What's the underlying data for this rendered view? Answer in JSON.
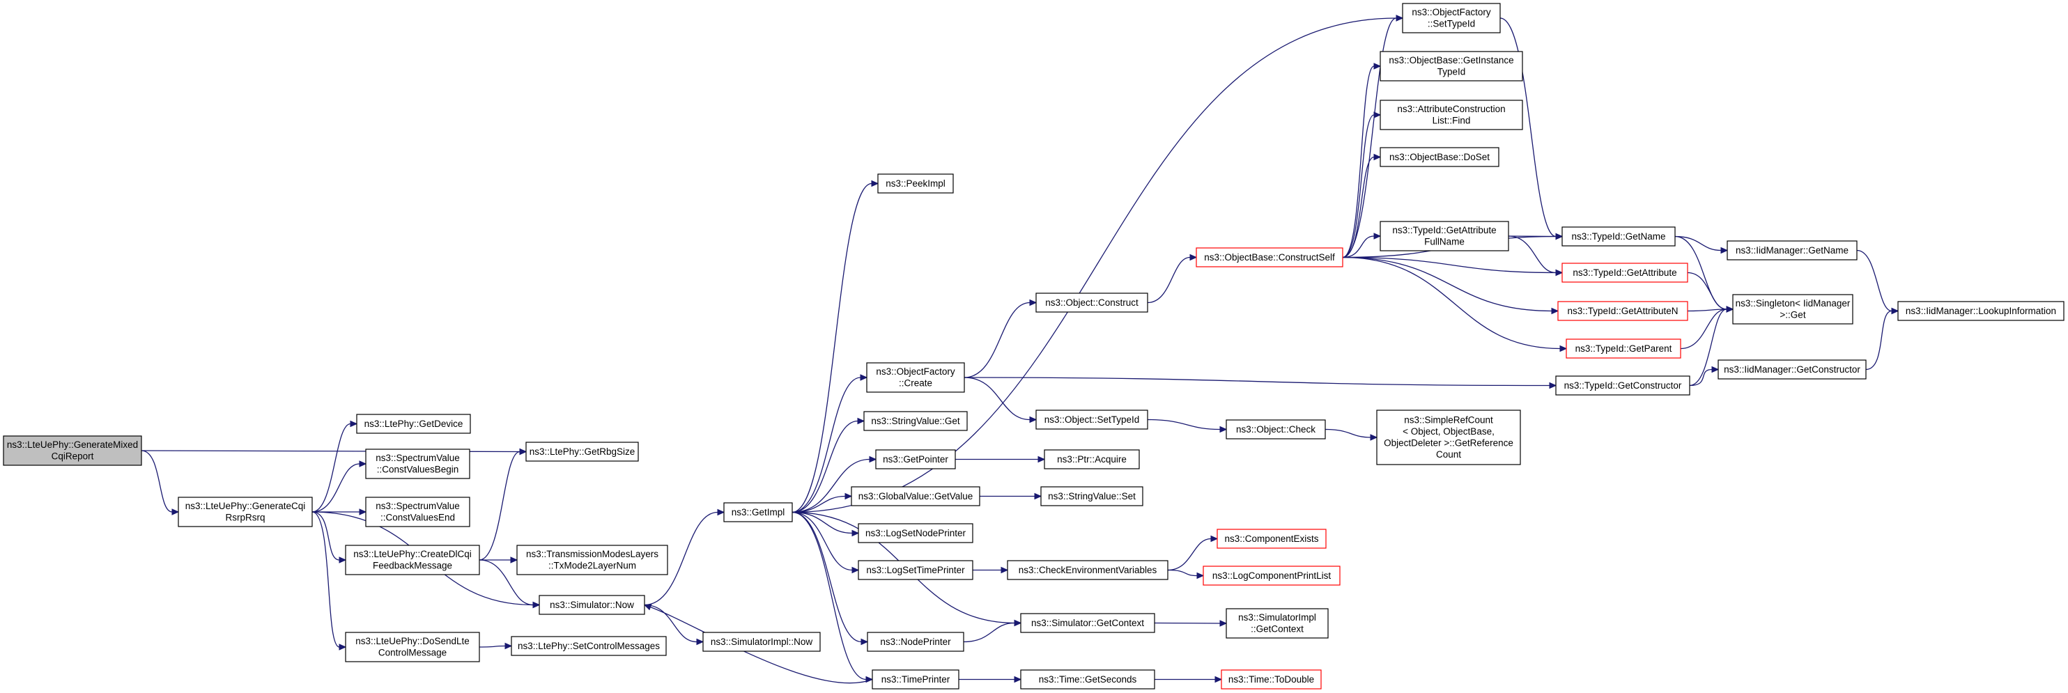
{
  "graph": {
    "nodes": [
      {
        "id": "generate_mixed",
        "lines": [
          "ns3::LteUePhy::GenerateMixed",
          "CqiReport"
        ],
        "style": "root"
      },
      {
        "id": "gen_cqi",
        "lines": [
          "ns3::LteUePhy::GenerateCqi",
          "RsrpRsrq"
        ],
        "style": "normal"
      },
      {
        "id": "get_device",
        "lines": [
          "ns3::LtePhy::GetDevice"
        ],
        "style": "normal"
      },
      {
        "id": "const_begin",
        "lines": [
          "ns3::SpectrumValue",
          "::ConstValuesBegin"
        ],
        "style": "normal"
      },
      {
        "id": "const_end",
        "lines": [
          "ns3::SpectrumValue",
          "::ConstValuesEnd"
        ],
        "style": "normal"
      },
      {
        "id": "create_dl",
        "lines": [
          "ns3::LteUePhy::CreateDlCqi",
          "FeedbackMessage"
        ],
        "style": "normal"
      },
      {
        "id": "do_send",
        "lines": [
          "ns3::LteUePhy::DoSendLte",
          "ControlMessage"
        ],
        "style": "normal"
      },
      {
        "id": "get_rbg",
        "lines": [
          "ns3::LtePhy::GetRbgSize"
        ],
        "style": "normal"
      },
      {
        "id": "tx_mode",
        "lines": [
          "ns3::TransmissionModesLayers",
          "::TxMode2LayerNum"
        ],
        "style": "normal"
      },
      {
        "id": "sim_now",
        "lines": [
          "ns3::Simulator::Now"
        ],
        "style": "normal"
      },
      {
        "id": "set_ctrl",
        "lines": [
          "ns3::LtePhy::SetControlMessages"
        ],
        "style": "normal"
      },
      {
        "id": "get_impl",
        "lines": [
          "ns3::GetImpl"
        ],
        "style": "normal"
      },
      {
        "id": "simimpl_now",
        "lines": [
          "ns3::SimulatorImpl::Now"
        ],
        "style": "normal"
      },
      {
        "id": "peek_impl",
        "lines": [
          "ns3::PeekImpl"
        ],
        "style": "normal"
      },
      {
        "id": "of_create",
        "lines": [
          "ns3::ObjectFactory",
          "::Create"
        ],
        "style": "normal"
      },
      {
        "id": "sv_get",
        "lines": [
          "ns3::StringValue::Get"
        ],
        "style": "normal"
      },
      {
        "id": "get_pointer",
        "lines": [
          "ns3::GetPointer"
        ],
        "style": "normal"
      },
      {
        "id": "gv_getvalue",
        "lines": [
          "ns3::GlobalValue::GetValue"
        ],
        "style": "normal"
      },
      {
        "id": "log_node",
        "lines": [
          "ns3::LogSetNodePrinter"
        ],
        "style": "normal"
      },
      {
        "id": "log_time",
        "lines": [
          "ns3::LogSetTimePrinter"
        ],
        "style": "normal"
      },
      {
        "id": "node_printer",
        "lines": [
          "ns3::NodePrinter"
        ],
        "style": "normal"
      },
      {
        "id": "time_printer",
        "lines": [
          "ns3::TimePrinter"
        ],
        "style": "normal"
      },
      {
        "id": "obj_construct",
        "lines": [
          "ns3::Object::Construct"
        ],
        "style": "normal"
      },
      {
        "id": "obj_settypeid",
        "lines": [
          "ns3::Object::SetTypeId"
        ],
        "style": "normal"
      },
      {
        "id": "ptr_acquire",
        "lines": [
          "ns3::Ptr::Acquire"
        ],
        "style": "normal"
      },
      {
        "id": "sv_set",
        "lines": [
          "ns3::StringValue::Set"
        ],
        "style": "normal"
      },
      {
        "id": "check_env",
        "lines": [
          "ns3::CheckEnvironmentVariables"
        ],
        "style": "normal"
      },
      {
        "id": "sim_getctx",
        "lines": [
          "ns3::Simulator::GetContext"
        ],
        "style": "normal"
      },
      {
        "id": "time_getsec",
        "lines": [
          "ns3::Time::GetSeconds"
        ],
        "style": "normal"
      },
      {
        "id": "of_settypeid",
        "lines": [
          "ns3::ObjectFactory",
          "::SetTypeId"
        ],
        "style": "normal"
      },
      {
        "id": "ob_getinst",
        "lines": [
          "ns3::ObjectBase::GetInstance",
          "TypeId"
        ],
        "style": "normal"
      },
      {
        "id": "acl_find",
        "lines": [
          "ns3::AttributeConstruction",
          "List::Find"
        ],
        "style": "normal"
      },
      {
        "id": "ob_doset",
        "lines": [
          "ns3::ObjectBase::DoSet"
        ],
        "style": "normal"
      },
      {
        "id": "ob_constructself",
        "lines": [
          "ns3::ObjectBase::ConstructSelf"
        ],
        "style": "red"
      },
      {
        "id": "tid_getattrfull",
        "lines": [
          "ns3::TypeId::GetAttribute",
          "FullName"
        ],
        "style": "normal"
      },
      {
        "id": "obj_check",
        "lines": [
          "ns3::Object::Check"
        ],
        "style": "normal"
      },
      {
        "id": "simplerefcount",
        "lines": [
          "ns3::SimpleRefCount",
          "< Object, ObjectBase,",
          "ObjectDeleter >::GetReference",
          "Count"
        ],
        "style": "normal"
      },
      {
        "id": "comp_exists",
        "lines": [
          "ns3::ComponentExists"
        ],
        "style": "red"
      },
      {
        "id": "log_comp_print",
        "lines": [
          "ns3::LogComponentPrintList"
        ],
        "style": "red"
      },
      {
        "id": "simimpl_getctx",
        "lines": [
          "ns3::SimulatorImpl",
          "::GetContext"
        ],
        "style": "normal"
      },
      {
        "id": "time_todouble",
        "lines": [
          "ns3::Time::ToDouble"
        ],
        "style": "red"
      },
      {
        "id": "tid_getname",
        "lines": [
          "ns3::TypeId::GetName"
        ],
        "style": "normal"
      },
      {
        "id": "tid_getattr",
        "lines": [
          "ns3::TypeId::GetAttribute"
        ],
        "style": "red"
      },
      {
        "id": "tid_getattrn",
        "lines": [
          "ns3::TypeId::GetAttributeN"
        ],
        "style": "red"
      },
      {
        "id": "tid_getparent",
        "lines": [
          "ns3::TypeId::GetParent"
        ],
        "style": "red"
      },
      {
        "id": "tid_getctor",
        "lines": [
          "ns3::TypeId::GetConstructor"
        ],
        "style": "normal"
      },
      {
        "id": "iid_getname",
        "lines": [
          "ns3::IidManager::GetName"
        ],
        "style": "normal"
      },
      {
        "id": "singleton_get",
        "lines": [
          "ns3::Singleton< IidManager",
          ">::Get"
        ],
        "style": "normal"
      },
      {
        "id": "iid_getctor",
        "lines": [
          "ns3::IidManager::GetConstructor"
        ],
        "style": "normal"
      },
      {
        "id": "iid_lookup",
        "lines": [
          "ns3::IidManager::LookupInformation"
        ],
        "style": "normal"
      }
    ],
    "edges": [
      [
        "generate_mixed",
        "gen_cqi"
      ],
      [
        "generate_mixed",
        "get_rbg"
      ],
      [
        "gen_cqi",
        "get_device"
      ],
      [
        "gen_cqi",
        "const_begin"
      ],
      [
        "gen_cqi",
        "const_end"
      ],
      [
        "gen_cqi",
        "create_dl"
      ],
      [
        "gen_cqi",
        "do_send"
      ],
      [
        "gen_cqi",
        "sim_now"
      ],
      [
        "create_dl",
        "get_rbg"
      ],
      [
        "create_dl",
        "tx_mode"
      ],
      [
        "create_dl",
        "sim_now"
      ],
      [
        "do_send",
        "set_ctrl"
      ],
      [
        "sim_now",
        "get_impl"
      ],
      [
        "sim_now",
        "simimpl_now"
      ],
      [
        "get_impl",
        "peek_impl"
      ],
      [
        "get_impl",
        "of_create"
      ],
      [
        "get_impl",
        "sv_get"
      ],
      [
        "get_impl",
        "get_pointer"
      ],
      [
        "get_impl",
        "gv_getvalue"
      ],
      [
        "get_impl",
        "log_node"
      ],
      [
        "get_impl",
        "log_time"
      ],
      [
        "get_impl",
        "node_printer"
      ],
      [
        "get_impl",
        "time_printer"
      ],
      [
        "get_impl",
        "sim_getctx"
      ],
      [
        "get_impl",
        "of_settypeid"
      ],
      [
        "time_printer",
        "sim_now"
      ],
      [
        "of_create",
        "obj_construct"
      ],
      [
        "of_create",
        "obj_settypeid"
      ],
      [
        "of_create",
        "tid_getctor"
      ],
      [
        "get_pointer",
        "ptr_acquire"
      ],
      [
        "gv_getvalue",
        "sv_set"
      ],
      [
        "log_time",
        "check_env"
      ],
      [
        "node_printer",
        "sim_getctx"
      ],
      [
        "time_printer",
        "time_getsec"
      ],
      [
        "obj_construct",
        "ob_constructself"
      ],
      [
        "obj_settypeid",
        "obj_check"
      ],
      [
        "check_env",
        "comp_exists"
      ],
      [
        "check_env",
        "log_comp_print"
      ],
      [
        "sim_getctx",
        "simimpl_getctx"
      ],
      [
        "time_getsec",
        "time_todouble"
      ],
      [
        "obj_check",
        "simplerefcount"
      ],
      [
        "of_settypeid",
        "tid_getname"
      ],
      [
        "ob_constructself",
        "of_settypeid"
      ],
      [
        "ob_constructself",
        "ob_getinst"
      ],
      [
        "ob_constructself",
        "acl_find"
      ],
      [
        "ob_constructself",
        "ob_doset"
      ],
      [
        "ob_constructself",
        "tid_getattrfull"
      ],
      [
        "ob_constructself",
        "tid_getname"
      ],
      [
        "ob_constructself",
        "tid_getattr"
      ],
      [
        "ob_constructself",
        "tid_getattrn"
      ],
      [
        "ob_constructself",
        "tid_getparent"
      ],
      [
        "tid_getattrfull",
        "tid_getname"
      ],
      [
        "tid_getattrfull",
        "tid_getattr"
      ],
      [
        "tid_getname",
        "iid_getname"
      ],
      [
        "tid_getname",
        "singleton_get"
      ],
      [
        "tid_getattr",
        "singleton_get"
      ],
      [
        "tid_getattrn",
        "singleton_get"
      ],
      [
        "tid_getparent",
        "singleton_get"
      ],
      [
        "tid_getctor",
        "singleton_get"
      ],
      [
        "tid_getctor",
        "iid_getctor"
      ],
      [
        "iid_getname",
        "iid_lookup"
      ],
      [
        "iid_getctor",
        "iid_lookup"
      ]
    ],
    "colors": {
      "edge": "#191970",
      "node_border": "#000000",
      "highlight_border": "#ff0000",
      "root_fill": "#bfbfbf"
    }
  }
}
